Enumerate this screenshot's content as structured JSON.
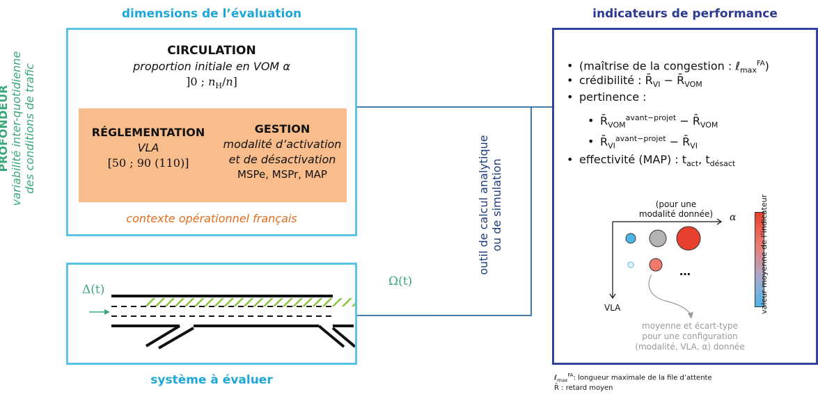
{
  "left_header": "dimensions de l’évaluation",
  "right_header": "indicateurs de performance",
  "depth": {
    "title": "PROFONDEUR",
    "line1": "variabilité inter-quotidienne",
    "line2": "des conditions de trafic"
  },
  "circulation": {
    "title": "CIRCULATION",
    "subtitle": "proportion initiale en VOM α",
    "range": "]0 ; n_H/n]"
  },
  "reglementation": {
    "title": "RÉGLEMENTATION",
    "subtitle": "VLA",
    "range": "[50 ; 90 (110)]"
  },
  "gestion": {
    "title": "GESTION",
    "line1": "modalité d’activation",
    "line2": "et de désactivation",
    "modes": "MSPe, MSPr, MAP"
  },
  "context": "contexte opérationnel français",
  "system": {
    "caption": "système à évaluer",
    "delta": "Δ(t)",
    "omega": "Ω(t)"
  },
  "tool": {
    "line1": "outil de calcul analytique",
    "line2": "ou de simulation"
  },
  "indicators": [
    "(maîtrise de la congestion : ℓ",
    "crédibilité : R̄",
    "pertinence :",
    "R̄",
    "R̄",
    "effectivité (MAP) : t"
  ],
  "mini_chart": {
    "top_label_line1": "(pour une",
    "top_label_line2": "modalité donnée)",
    "x_axis": "α",
    "y_axis": "VLA",
    "ellipsis": "…",
    "colorbar_label": "valeur moyenne de l’indicateur",
    "note_line1": "moyenne et écart-type",
    "note_line2": "pour une configuration",
    "note_line3": "(modalité, VLA, α) donnée",
    "colors": {
      "blue": "#4db6e8",
      "grey": "#b3b3b3",
      "red": "#e8402f",
      "light_red": "#ee7a6a",
      "bar_top": "#e8402f",
      "bar_bottom": "#4db6e8"
    }
  },
  "footnotes": {
    "line1": ": longueur maximale de la file d’attente",
    "line2": ": retard moyen"
  },
  "colors": {
    "cyan": "#5bc4e6",
    "navy": "#3543a0",
    "green": "#3aa87a",
    "orange_text": "#e06d1b",
    "orange_fill": "#f9bd8c",
    "hatch": "#8ac43f"
  }
}
